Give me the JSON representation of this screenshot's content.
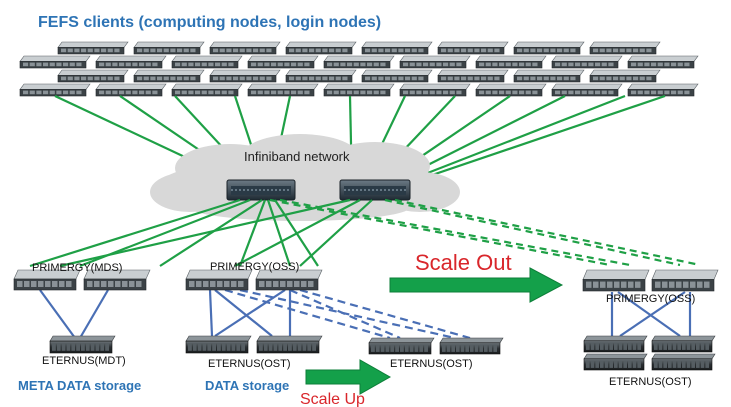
{
  "title": "FEFS clients (computing nodes, login nodes)",
  "network_label": "Infiniband network",
  "labels": {
    "primergy_mds": "PRIMERGY(MDS)",
    "primergy_oss_1": "PRIMERGY(OSS)",
    "primergy_oss_2": "PRIMERGY(OSS)",
    "eternus_mdt": "ETERNUS(MDT)",
    "eternus_ost_1": "ETERNUS(OST)",
    "eternus_ost_2": "ETERNUS(OST)",
    "eternus_ost_3": "ETERNUS(OST)",
    "meta_data_storage": "META DATA storage",
    "data_storage": "DATA storage",
    "scale_out": "Scale Out",
    "scale_up": "Scale Up"
  },
  "colors": {
    "title_blue": "#2e74b5",
    "link_green": "#1fa046",
    "link_blue": "#4a6fb5",
    "arrow_green": "#14a04a",
    "scale_red": "#d9262b",
    "cloud_gray": "#d6d6d6",
    "server_dark": "#2f3437",
    "server_light": "#9aa3a8"
  }
}
